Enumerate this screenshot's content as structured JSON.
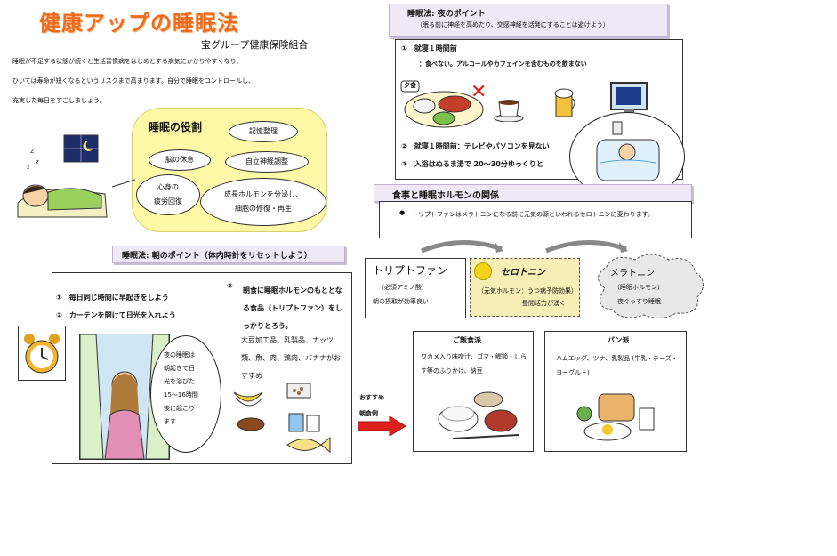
{
  "header": {
    "title": "健康アップの睡眠法",
    "org": "宝グループ健康保険組合",
    "intro": [
      "睡眠が不足する状態が続くと生活習慣病をはじめとする病気にかかりやすくなり、",
      "ひいては寿命が短くなるというリスクまで高まります。自分で睡眠をコントロールし、",
      "充実した毎日をすごしましょう。"
    ]
  },
  "role": {
    "title": "睡眠の役割",
    "items": [
      "記憶整理",
      "脳の休息",
      "自立神経調整",
      "心身の\n疲労回復",
      "成長ホルモンを分泌し、\n細胞の修復・再生"
    ]
  },
  "night": {
    "header": "睡眠法: 夜のポイント",
    "subheader": "（眠る前に神経を高めたり、交感神経を活発にすることは避けよう）",
    "p1": "①　就寝１時間前",
    "p1_detail": "：食べない。アルコールやカフェインを含むものを飲まない",
    "dinner_label": "夕食",
    "p2": "②　就寝１時間前：テレビやパソコンを見ない",
    "p3": "③　入浴はぬるま湯で 20～30分ゆっくりと"
  },
  "hormone": {
    "header": "食事と睡眠ホルモンの関係",
    "bullet": "●",
    "text": "トリプトファンはメラトニンになる前に元気の源といわれるセロトニンに変わります。",
    "steps": [
      {
        "title": "トリプトファン",
        "sub": "（必須アミノ酸）",
        "desc": "朝の摂取が効率良い"
      },
      {
        "title": "セロトニン",
        "sub": "（元気ホルモン：うつ病予防効果）",
        "desc": "昼間活力が湧く"
      },
      {
        "title": "メラトニン",
        "sub": "（睡眠ホルモン）",
        "desc": "夜ぐっすり睡眠"
      }
    ]
  },
  "morning": {
    "header": "睡眠法: 朝のポイント（体内時計をリセットしよう）",
    "p1": "①　毎日同じ時間に早起きをしよう",
    "p2": "②　カーテンを開けて日光を入れよう",
    "bubble": "夜の睡眠は\n朝起きて日\n光を浴びた\n15～16時間\n後に起こり\nます",
    "p3_num": "③",
    "p3": "朝食に睡眠ホルモンのもととなる食品（トリプトファン）をしっかりとろう。",
    "foods": "大豆加工品、乳製品、ナッツ類、魚、肉、鶏肉、バナナがおすすめ"
  },
  "breakfast": {
    "arrow_label": "おすすめ\n朝食例",
    "rice": {
      "title": "ご飯食派",
      "desc": "ワカメ入り味噌汁、ゴマ・鰹節・しらす等のふりかけ、納豆"
    },
    "bread": {
      "title": "パン派",
      "desc": "ハムエッグ、ツナ、乳製品 (牛乳・チーズ・ヨーグルト)"
    }
  },
  "colors": {
    "title": "#ee6b1f",
    "role_bg": "#fff8a6",
    "header_bg": "#efe8f6",
    "serotonin_bg": "#f7eeb6",
    "arrow": "#e0201c"
  }
}
